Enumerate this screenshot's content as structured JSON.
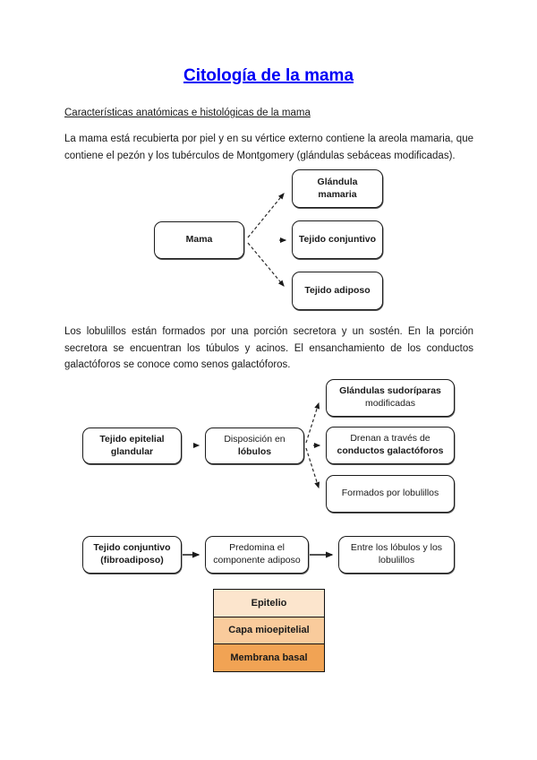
{
  "colors": {
    "title_blue": "#0000f5",
    "box_border": "#1c1c1c",
    "body_text": "#1a1a1a"
  },
  "page": {
    "title": "Citología de la mama",
    "section_heading": "Características anatómicas e histológicas de la mama",
    "paragraph1": "La mama está recubierta por piel y en su vértice externo contiene la areola mamaria, que contiene el pezón y los tubérculos de Montgomery (glándulas sebáceas modificadas).",
    "paragraph2": "Los lobulillos están formados por una porción secretora y un sostén. En la porción secretora se encuentran los túbulos y acinos. El ensanchamiento de los conductos galactóforos se conoce como senos galactóforos."
  },
  "diagram1": {
    "root": "Mama",
    "children": [
      {
        "line1": "Glándula",
        "line2": "mamaria"
      },
      {
        "line1": "Tejido conjuntivo"
      },
      {
        "line1": "Tejido adiposo"
      }
    ]
  },
  "diagram2": {
    "left": {
      "line1": "Tejido epitelial",
      "line2": "glandular"
    },
    "middle": {
      "line1": "Disposición en",
      "line2": "lóbulos"
    },
    "children": [
      {
        "line1": "Glándulas sudoríparas",
        "line2": "modificadas"
      },
      {
        "line1": "Drenan a través de",
        "line2": "conductos galactóforos"
      },
      {
        "line1": "Formados por lobulillos"
      }
    ]
  },
  "diagram3": {
    "boxes": [
      {
        "line1": "Tejido conjuntivo",
        "line2": "(fibroadiposo)"
      },
      {
        "line1": "Predomina el",
        "line2": "componente adiposo"
      },
      {
        "line1": "Entre los lóbulos y los",
        "line2": "lobulillos"
      }
    ]
  },
  "layers_table": {
    "rows": [
      {
        "label": "Epitelio",
        "bg": "#fce5cd"
      },
      {
        "label": "Capa mioepitelial",
        "bg": "#f9cb9c"
      },
      {
        "label": "Membrana basal",
        "bg": "#f1a354"
      }
    ]
  }
}
